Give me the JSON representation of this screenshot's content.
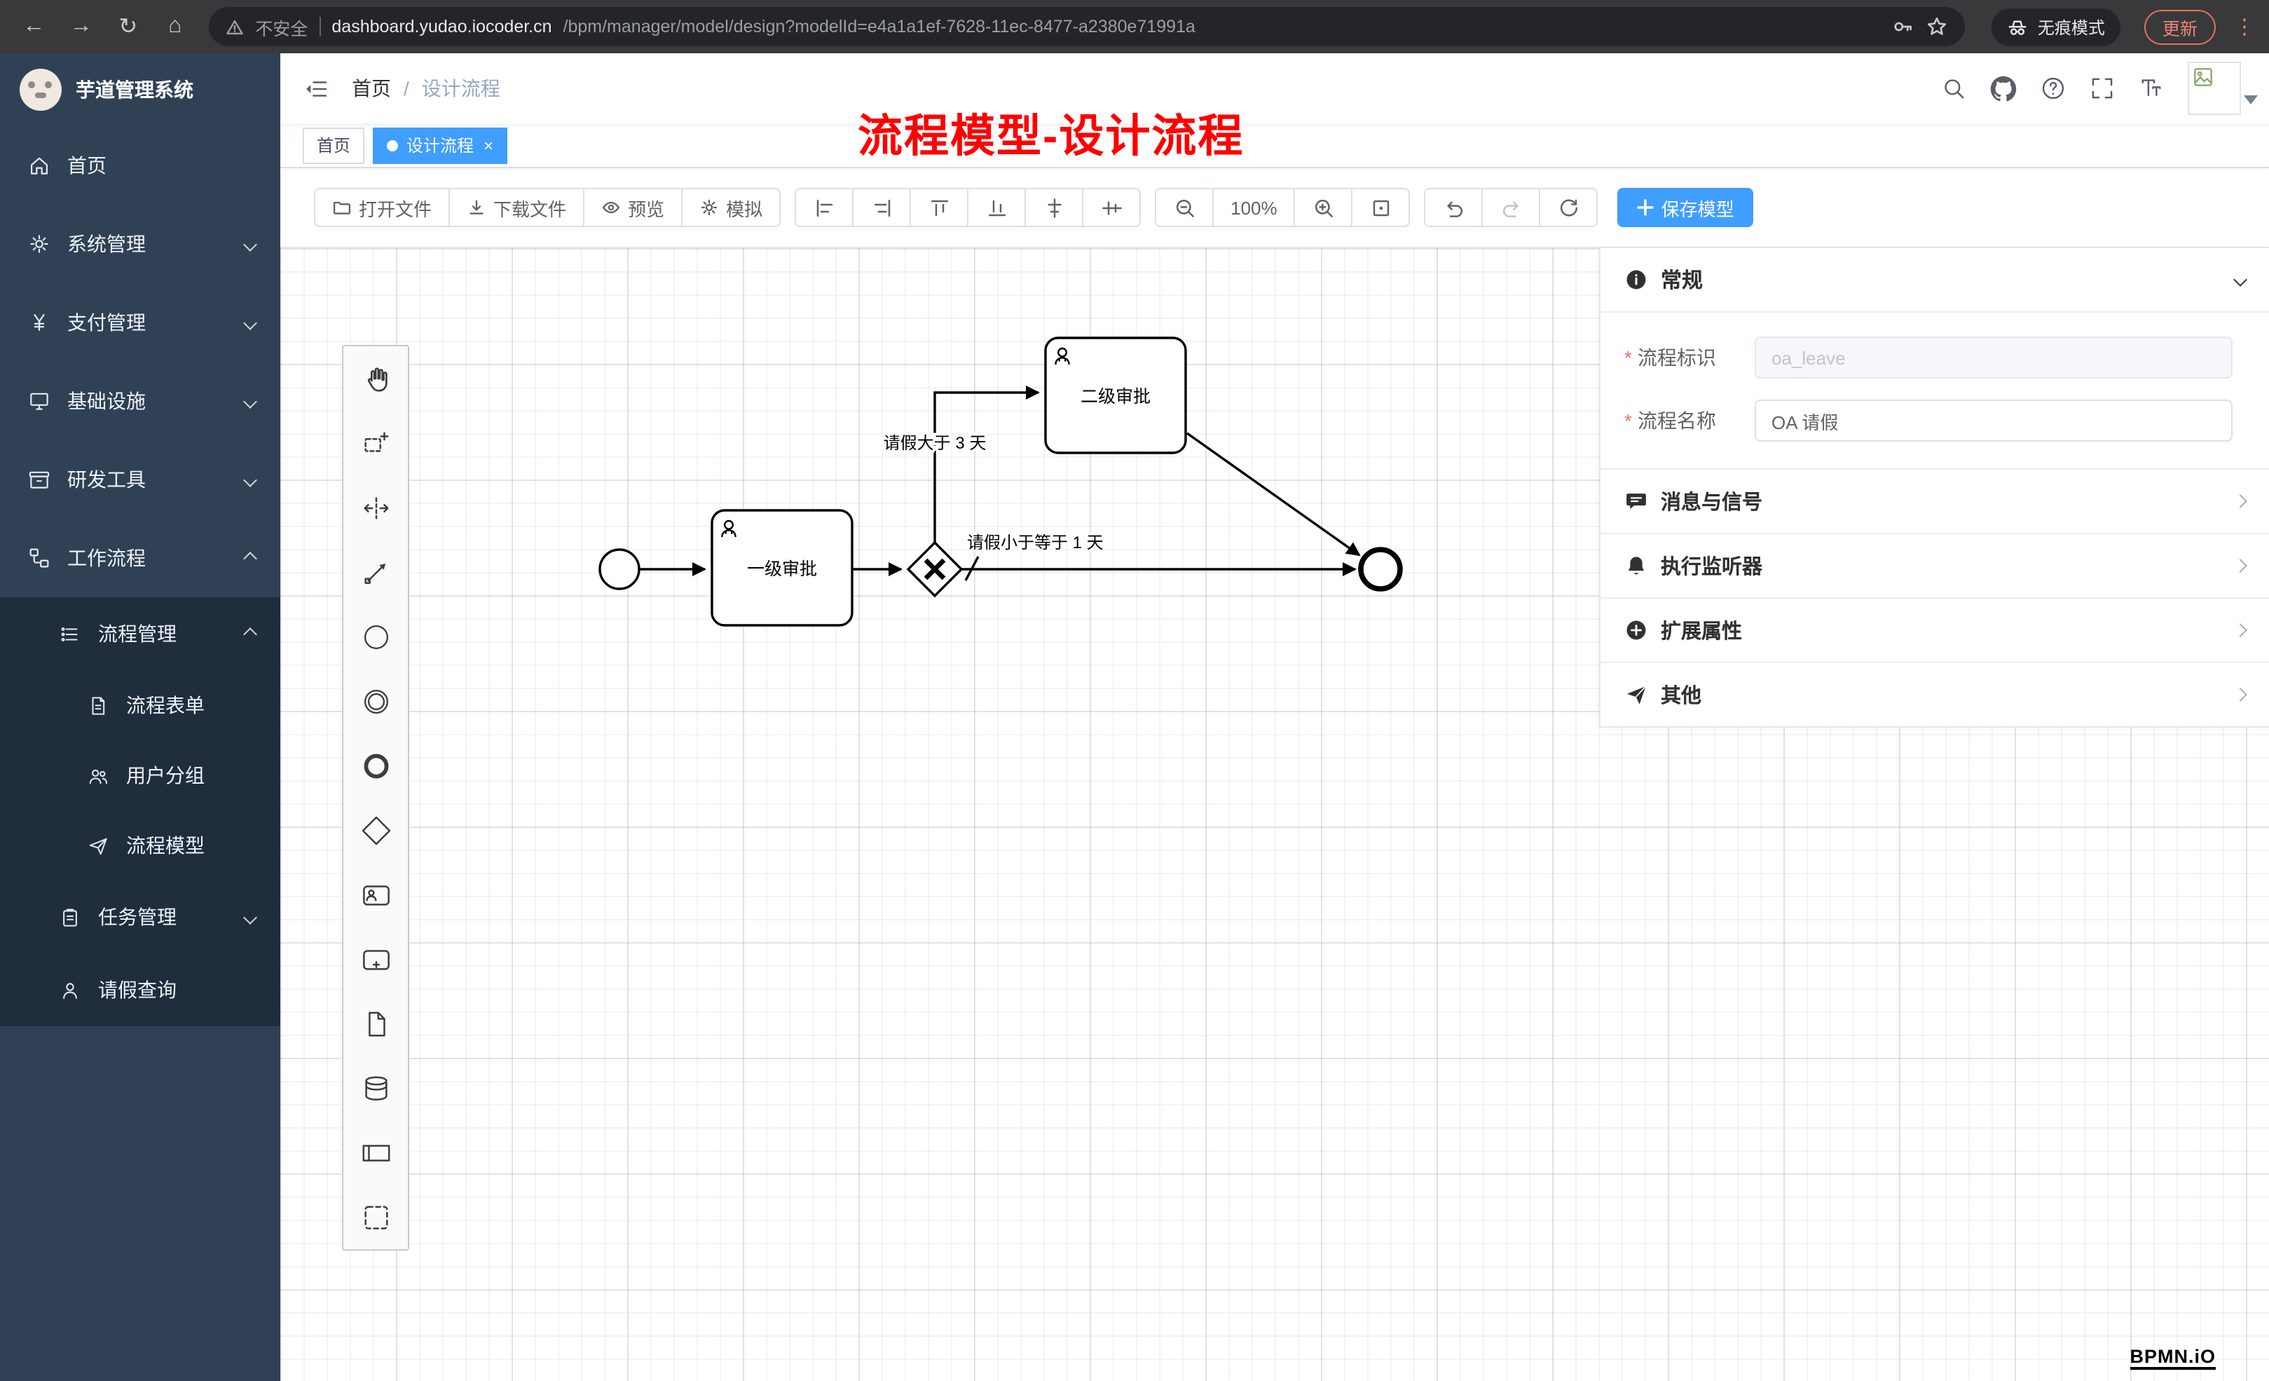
{
  "browser": {
    "security_label": "不安全",
    "url_host": "dashboard.yudao.iocoder.cn",
    "url_path": "/bpm/manager/model/design?modelId=e4a1a1ef-7628-11ec-8477-a2380e71991a",
    "incognito_label": "无痕模式",
    "update_label": "更新"
  },
  "icons": {
    "back": "←",
    "forward": "→",
    "reload": "↻",
    "home": "⌂",
    "kebab": "⋮",
    "close": "×"
  },
  "sidebar": {
    "app_title": "芋道管理系统",
    "menu": {
      "home": "首页",
      "system": "系统管理",
      "payment": "支付管理",
      "infra": "基础设施",
      "devtools": "研发工具",
      "workflow": "工作流程",
      "process_mgmt": "流程管理",
      "process_form": "流程表单",
      "user_group": "用户分组",
      "process_model": "流程模型",
      "task_mgmt": "任务管理",
      "leave_query": "请假查询"
    }
  },
  "header": {
    "breadcrumb_home": "首页",
    "breadcrumb_sep": "/",
    "breadcrumb_current": "设计流程"
  },
  "tabs": {
    "home": "首页",
    "active": "设计流程"
  },
  "annotation": "流程模型-设计流程",
  "toolbar": {
    "open": "打开文件",
    "download": "下载文件",
    "preview": "预览",
    "simulate": "模拟",
    "zoom": "100%",
    "save": "保存模型"
  },
  "panel": {
    "general": "常规",
    "required_mark": "*",
    "field_key_label": "流程标识",
    "field_key_value": "oa_leave",
    "field_name_label": "流程名称",
    "field_name_value": "OA 请假",
    "sections": {
      "message": "消息与信号",
      "listener": "执行监听器",
      "ext": "扩展属性",
      "other": "其他"
    }
  },
  "diagram": {
    "task1": "一级审批",
    "task2": "二级审批",
    "flow_gt": "请假大于 3 天",
    "flow_le": "请假小于等于 1 天"
  },
  "watermark": "BPMN.iO",
  "colors": {
    "primary": "#409eff",
    "sidebar_bg": "#304156",
    "sidebar_sub_bg": "#1f2d3d",
    "annotation_red": "#fe0000"
  }
}
